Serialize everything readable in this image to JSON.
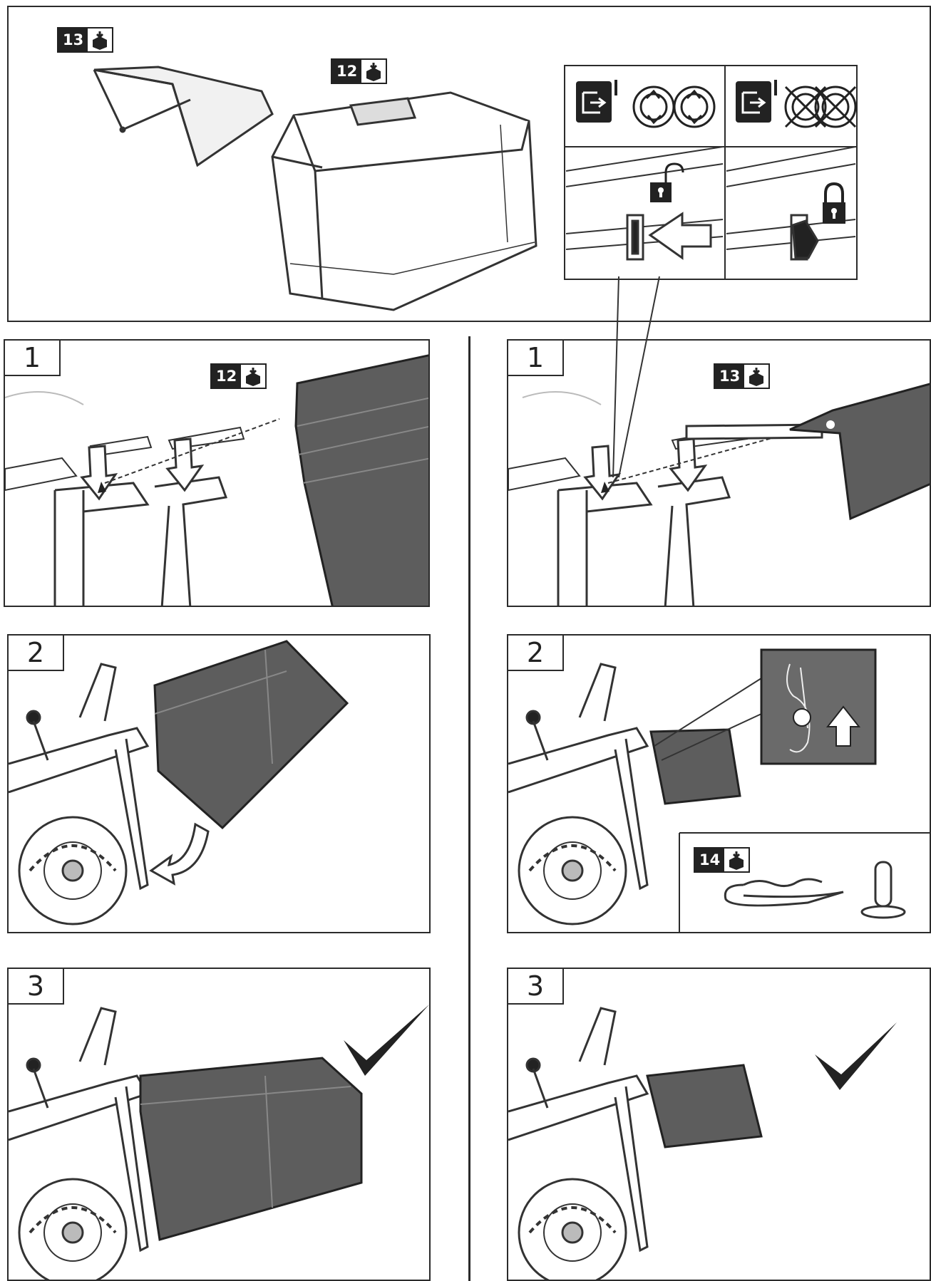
{
  "overview": {
    "part_badges": [
      {
        "number": "13",
        "icon": "package-icon"
      },
      {
        "number": "12",
        "icon": "package-icon"
      }
    ]
  },
  "left_steps": [
    {
      "label": "1",
      "badge": {
        "number": "12",
        "icon": "package-icon"
      }
    },
    {
      "label": "2"
    },
    {
      "label": "3",
      "icon": "checkmark-icon"
    }
  ],
  "right_steps": [
    {
      "label": "1",
      "badge": {
        "number": "13",
        "icon": "package-icon"
      }
    },
    {
      "label": "2",
      "badge": {
        "number": "14",
        "icon": "package-icon"
      }
    },
    {
      "label": "3",
      "icon": "checkmark-icon"
    }
  ],
  "colors": {
    "frame": "#2b2b2b",
    "fill_dark": "#5d5d5d",
    "fill_light": "#f0f0f0"
  }
}
